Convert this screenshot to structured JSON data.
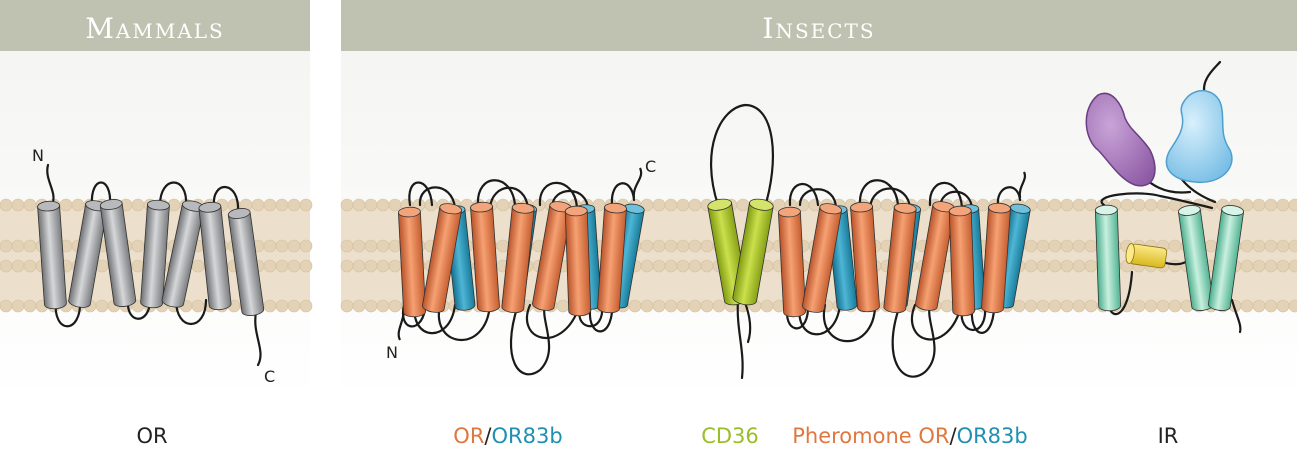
{
  "panels": {
    "mammals": {
      "title": "Mammals"
    },
    "insects": {
      "title": "Insects"
    }
  },
  "terminals": {
    "n": "N",
    "c": "C"
  },
  "labels": {
    "mammal_or": "OR",
    "insect_or": "OR",
    "slash1": "/",
    "insect_or83b": "OR83b",
    "cd36": "CD36",
    "pheromone_or": "Pheromone OR",
    "slash2": "/",
    "pher_or83b": "OR83b",
    "ir": "IR"
  },
  "colors": {
    "header_bg": "#bfc2b0",
    "mammal_helix": "#9b9da0",
    "or_orange": "#e17a45",
    "or83b_blue": "#2a93b5",
    "cd36_green": "#a6c22a",
    "ir_teal": "#7fd2b5",
    "ir_purple": "#a477b7",
    "ir_lightblue": "#8ecdee",
    "ir_yellow": "#f2d53a",
    "label_orange": "#e0773f",
    "label_blue": "#1f8fb2",
    "label_green": "#9bbd29",
    "label_dark": "#222222"
  }
}
